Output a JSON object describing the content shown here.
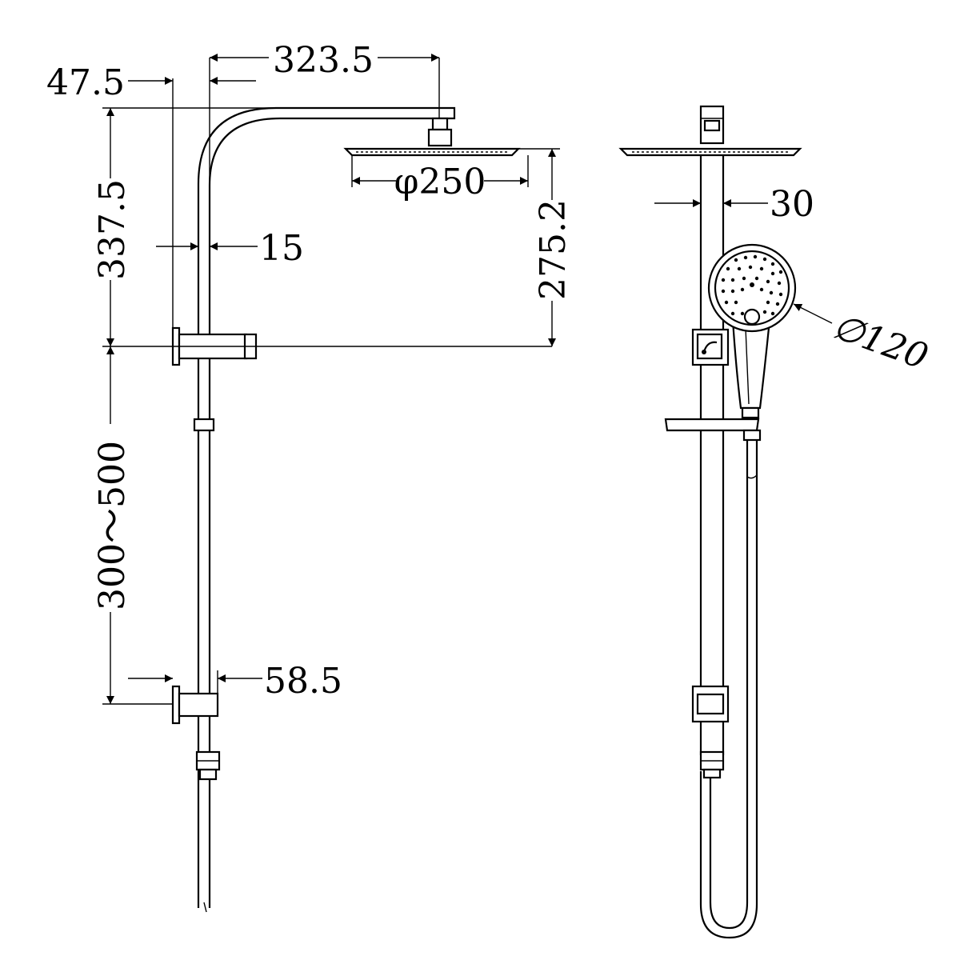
{
  "dimensions": {
    "arm_reach": "323.5",
    "rail_offset": "47.5",
    "head_height": "337.5",
    "head_diameter": "φ250",
    "head_drop": "275.2",
    "pipe_diameter": "15",
    "bracket_spacing": "300～500",
    "bracket_depth": "58.5",
    "rail_width": "30",
    "handshower_diameter": "∅120"
  }
}
